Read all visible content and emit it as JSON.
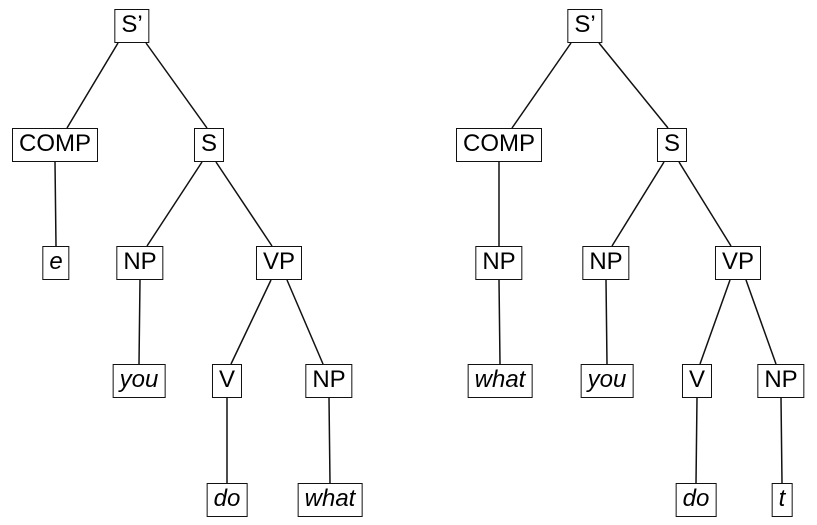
{
  "figure_title": "",
  "colors": {
    "background": "#ffffff",
    "line": "#111111",
    "text": "#000000"
  },
  "trees": [
    {
      "name": "left-tree",
      "nodes": {
        "sbar": {
          "label": "S’",
          "type": "phrase"
        },
        "comp": {
          "label": "COMP",
          "type": "phrase"
        },
        "s": {
          "label": "S",
          "type": "phrase"
        },
        "e": {
          "label": "e",
          "type": "terminal"
        },
        "np1": {
          "label": "NP",
          "type": "phrase"
        },
        "vp": {
          "label": "VP",
          "type": "phrase"
        },
        "you": {
          "label": "you",
          "type": "terminal"
        },
        "v": {
          "label": "V",
          "type": "phrase"
        },
        "np2": {
          "label": "NP",
          "type": "phrase"
        },
        "do": {
          "label": "do",
          "type": "terminal"
        },
        "what": {
          "label": "what",
          "type": "terminal"
        }
      },
      "edges": [
        [
          "sbar",
          "comp"
        ],
        [
          "sbar",
          "s"
        ],
        [
          "comp",
          "e"
        ],
        [
          "s",
          "np1"
        ],
        [
          "s",
          "vp"
        ],
        [
          "np1",
          "you"
        ],
        [
          "vp",
          "v"
        ],
        [
          "vp",
          "np2"
        ],
        [
          "v",
          "do"
        ],
        [
          "np2",
          "what"
        ]
      ]
    },
    {
      "name": "right-tree",
      "nodes": {
        "sbar": {
          "label": "S’",
          "type": "phrase"
        },
        "comp": {
          "label": "COMP",
          "type": "phrase"
        },
        "s": {
          "label": "S",
          "type": "phrase"
        },
        "np1": {
          "label": "NP",
          "type": "phrase"
        },
        "np2": {
          "label": "NP",
          "type": "phrase"
        },
        "vp": {
          "label": "VP",
          "type": "phrase"
        },
        "what": {
          "label": "what",
          "type": "terminal"
        },
        "you": {
          "label": "you",
          "type": "terminal"
        },
        "v": {
          "label": "V",
          "type": "phrase"
        },
        "np3": {
          "label": "NP",
          "type": "phrase"
        },
        "do": {
          "label": "do",
          "type": "terminal"
        },
        "t": {
          "label": "t",
          "type": "terminal"
        }
      },
      "edges": [
        [
          "sbar",
          "comp"
        ],
        [
          "sbar",
          "s"
        ],
        [
          "comp",
          "np1"
        ],
        [
          "np1",
          "what"
        ],
        [
          "s",
          "np2"
        ],
        [
          "s",
          "vp"
        ],
        [
          "np2",
          "you"
        ],
        [
          "vp",
          "v"
        ],
        [
          "vp",
          "np3"
        ],
        [
          "v",
          "do"
        ],
        [
          "np3",
          "t"
        ]
      ]
    }
  ]
}
